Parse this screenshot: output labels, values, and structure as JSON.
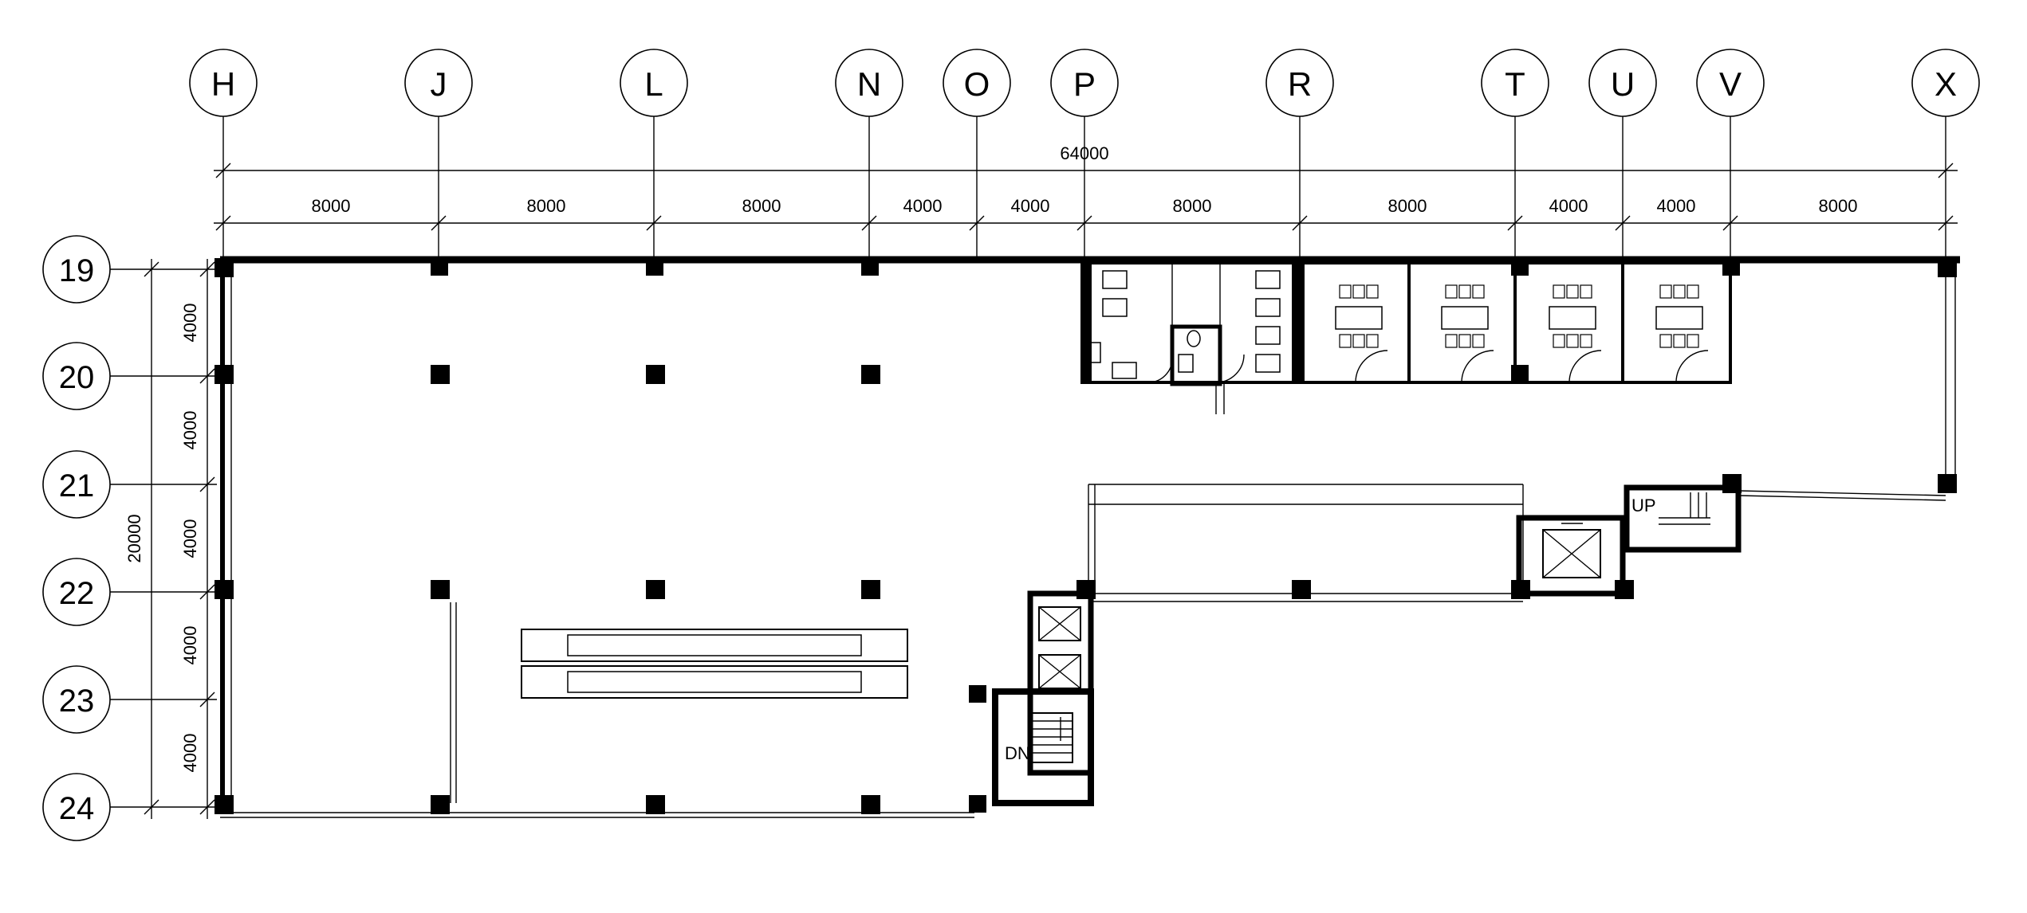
{
  "grid_columns": [
    "H",
    "J",
    "L",
    "N",
    "O",
    "P",
    "R",
    "T",
    "U",
    "V",
    "X"
  ],
  "grid_rows": [
    "19",
    "20",
    "21",
    "22",
    "23",
    "24"
  ],
  "dimensions": {
    "overall_width": "64000",
    "column_spacings": [
      "8000",
      "8000",
      "8000",
      "4000",
      "4000",
      "8000",
      "8000",
      "4000",
      "4000",
      "8000"
    ],
    "overall_depth": "20000",
    "row_spacings": [
      "4000",
      "4000",
      "4000",
      "4000",
      "4000"
    ]
  },
  "stair_labels": {
    "down": "DN",
    "up": "UP"
  }
}
